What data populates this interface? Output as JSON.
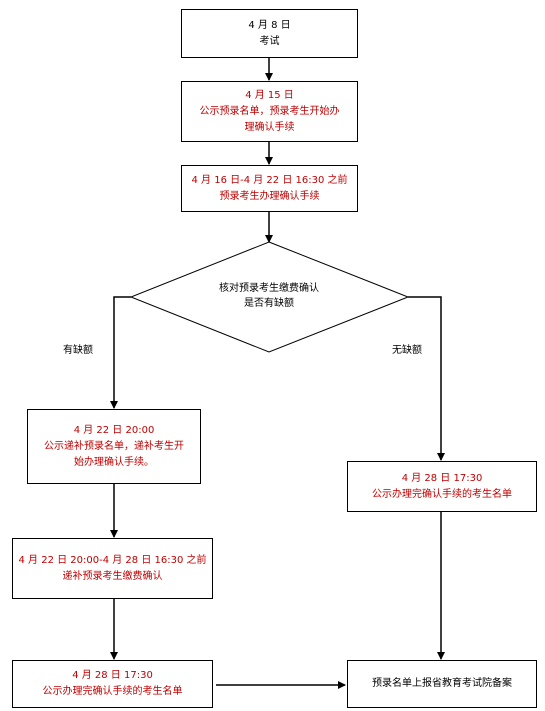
{
  "nodes": {
    "exam": {
      "lines": [
        "4 月 8 日",
        "考试"
      ]
    },
    "publish_pre": {
      "lines": [
        "4 月 15 日",
        "公示预录名单，预录考生开始办",
        "理确认手续"
      ]
    },
    "confirm_period": {
      "lines": [
        "4 月 16 日-4 月 22 日 16:30 之前",
        "预录考生办理确认手续"
      ]
    },
    "decision": {
      "lines": [
        "核对预录考生缴费确认",
        "是否有缺额"
      ]
    },
    "publish_supplement": {
      "lines": [
        "4 月 22 日 20:00",
        "公示递补预录名单，递补考生开",
        "始办理确认手续。"
      ]
    },
    "supplement_period": {
      "lines": [
        "4 月 22 日 20:00-4 月 28 日 16:30 之前",
        "递补预录考生缴费确认"
      ]
    },
    "final_left": {
      "lines": [
        "4 月 28 日 17:30",
        "公示办理完确认手续的考生名单"
      ]
    },
    "final_right": {
      "lines": [
        "4 月 28 日 17:30",
        "公示办理完确认手续的考生名单"
      ]
    },
    "report": {
      "lines": [
        "预录名单上报省教育考试院备案"
      ]
    }
  },
  "branch_labels": {
    "has_vacancy": "有缺额",
    "no_vacancy": "无缺额"
  },
  "colors": {
    "text_red": "#c00000",
    "text_black": "#000000",
    "stroke": "#000000"
  }
}
